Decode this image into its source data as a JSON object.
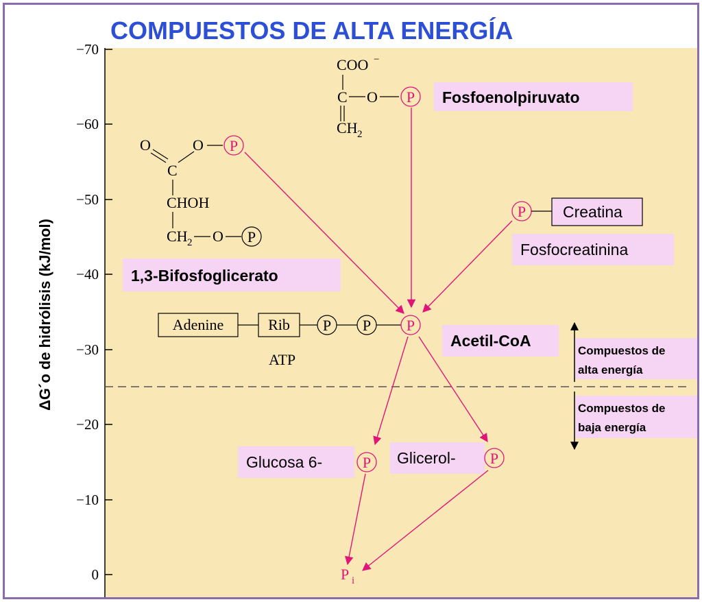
{
  "title": "COMPUESTOS DE ALTA ENERGÍA",
  "y_axis": {
    "label": "ΔG´o de hidrólisis (kJ/mol)",
    "ticks": [
      "−70",
      "−60",
      "−50",
      "−40",
      "−30",
      "−20",
      "−10",
      "0"
    ]
  },
  "threshold_kj_mol": -25,
  "compounds": {
    "pep": {
      "label": "Fosfoenolpiruvato",
      "carboxylate": "COO",
      "charge": "−",
      "carbon": "C",
      "oxygen": "O",
      "methylene": "CH",
      "sub": "2"
    },
    "bpg": {
      "label": "1,3-Bifosfoglicerato",
      "oxygen": "O",
      "carbon": "C",
      "chain": "CHOH",
      "ch2": "CH",
      "sub": "2"
    },
    "pcr": {
      "label": "Fosfocreatinina",
      "box": "Creatina"
    },
    "atp": {
      "adenine": "Adenine",
      "rib": "Rib",
      "label": "ATP"
    },
    "acetyl": {
      "label": "Acetil-CoA"
    },
    "g6p": {
      "label": "Glucosa 6-"
    },
    "g3p": {
      "label": "Glicerol-"
    },
    "pi": {
      "label": "P",
      "sub": "i"
    }
  },
  "phosphate": "P",
  "bands": {
    "high": [
      "Compuestos de",
      "alta energía"
    ],
    "low": [
      "Compuestos de",
      "baja energía"
    ]
  },
  "colors": {
    "title": "#2d4fd6",
    "pink": "#e0157a",
    "plot_bg": "#f9e7b5",
    "label_bg": "#f6d4f4",
    "frame": "#8b6bb0"
  }
}
